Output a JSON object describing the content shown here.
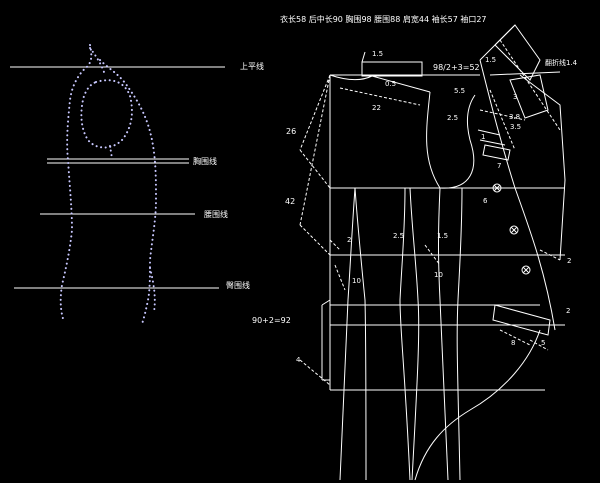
{
  "header": {
    "measurements": "衣长58  后中长90  胸围98  腰围88  肩宽44  袖长57  袖口27"
  },
  "figure_labels": {
    "upper_line": "上平线",
    "bust_line": "胸围线",
    "waist_line": "腰围线",
    "hip_line": "臀围线"
  },
  "formulas": {
    "bust_half": "98/2+3=52",
    "hem": "90+2=92"
  },
  "marks": {
    "back_neck_rise": "1.5",
    "back_neck_drop": "0.5",
    "shoulder_width_22": "22",
    "armhole_depth_26": "26",
    "back_length_42": "42",
    "side_2_left": "2",
    "side_10_left": "10",
    "front_side_2_5": "2.5",
    "front_side_1_5": "1.5",
    "front_side_10": "10",
    "front_collar_1_5": "1.5",
    "front_neck_5_5": "5.5",
    "front_dim_2_5": "2.5",
    "front_dim_3": "3",
    "front_dim_3_8": "3.8",
    "front_dim_3_5": "3.5",
    "front_dim_1": "1",
    "front_dim_6": "6",
    "front_dim_7": "7",
    "lapel_label": "翻折线1.4",
    "front_dim_2_right": "2",
    "front_dim_8": "8",
    "front_dim_5": "5",
    "front_dim_2_bottom": "2",
    "hem_mark_4": "4"
  }
}
